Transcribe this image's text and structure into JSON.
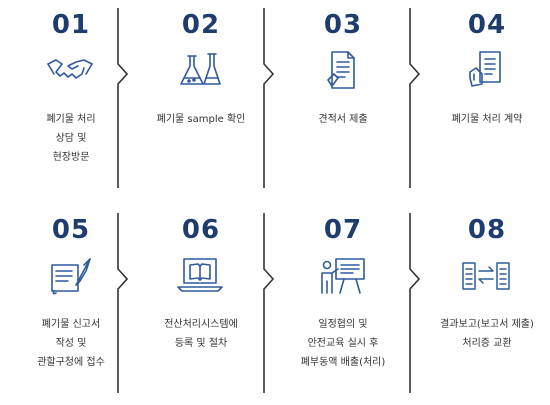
{
  "steps": [
    {
      "number": "01",
      "icon": "handshake-icon",
      "label": [
        "폐기물 처리",
        "상담 및",
        "현장방문"
      ]
    },
    {
      "number": "02",
      "icon": "lab-flask-icon",
      "label": [
        "폐기물 sample 확인"
      ]
    },
    {
      "number": "03",
      "icon": "document-quote-icon",
      "label": [
        "견적서 제출"
      ]
    },
    {
      "number": "04",
      "icon": "contract-icon",
      "label": [
        "폐기물 처리 계약"
      ]
    },
    {
      "number": "05",
      "icon": "report-writing-icon",
      "label": [
        "폐기물 신고서",
        "작성 및",
        "관할구청에 접수"
      ]
    },
    {
      "number": "06",
      "icon": "laptop-system-icon",
      "label": [
        "전산처리시스템에",
        "등록 및 절차"
      ]
    },
    {
      "number": "07",
      "icon": "presentation-icon",
      "label": [
        "일정협의 및",
        "안전교육 실시 후",
        "폐부동액 배출(처리)"
      ]
    },
    {
      "number": "08",
      "icon": "document-exchange-icon",
      "label": [
        "결과보고(보고서 제출)",
        "처리증 교환"
      ]
    }
  ],
  "colors": {
    "accent": "#1e3d6e",
    "icon": "#2f5a9e",
    "divider": "#333333"
  }
}
